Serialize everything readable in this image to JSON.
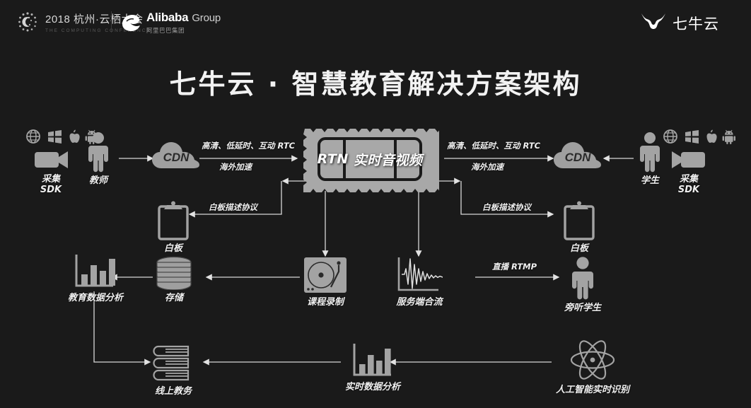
{
  "header": {
    "conference": {
      "title": "2018 杭州·云栖大会",
      "subtitle": "THE COMPUTING CONFERENCE"
    },
    "alibaba": {
      "name": "Alibaba",
      "group": "Group",
      "chinese": "阿里巴巴集团"
    },
    "brand": {
      "name": "七牛云",
      "icon": "qiniu-bull-icon"
    }
  },
  "title": "七牛云 · 智慧教育解决方案架构",
  "center": {
    "label_en": "RTN",
    "label_cn": "实时音视频"
  },
  "nodes": {
    "capture_sdk_left": {
      "label": "采集\nSDK",
      "icon": "camera-icon"
    },
    "teacher": {
      "label": "教师",
      "icon": "person-icon"
    },
    "cdn_left": {
      "label": "CDN",
      "icon": "cloud-icon"
    },
    "cdn_right": {
      "label": "CDN",
      "icon": "cloud-icon"
    },
    "student": {
      "label": "学生",
      "icon": "person-icon"
    },
    "capture_sdk_right": {
      "label": "采集\nSDK",
      "icon": "camera-icon"
    },
    "whiteboard_left": {
      "label": "白板",
      "icon": "clipboard-icon"
    },
    "whiteboard_right": {
      "label": "白板",
      "icon": "clipboard-icon"
    },
    "edu_data_analysis": {
      "label": "教育数据分析",
      "icon": "bar-chart-icon"
    },
    "storage": {
      "label": "存储",
      "icon": "database-icon"
    },
    "course_recording": {
      "label": "课程录制",
      "icon": "turntable-icon"
    },
    "server_mixing": {
      "label": "服务端合流",
      "icon": "waveform-icon"
    },
    "audit_student": {
      "label": "旁听学生",
      "icon": "person-icon"
    },
    "online_academics": {
      "label": "线上教务",
      "icon": "books-icon"
    },
    "realtime_data_analysis": {
      "label": "实时数据分析",
      "icon": "bar-chart-icon"
    },
    "ai_recognition": {
      "label": "人工智能实时识别",
      "icon": "atom-icon"
    }
  },
  "platform_icons": [
    "globe-icon",
    "windows-icon",
    "apple-icon",
    "android-icon"
  ],
  "edges": {
    "left_rtc": "高清、低延时、互动 RTC",
    "left_overseas": "海外加速",
    "right_rtc": "高清、低延时、互动 RTC",
    "right_overseas": "海外加速",
    "whiteboard_proto_left": "白板描述协议",
    "whiteboard_proto_right": "白板描述协议",
    "live_rtmp": "直播 RTMP"
  },
  "colors": {
    "background": "#1a1a1a",
    "icon_fill": "#9a9a9a",
    "text": "#f0f0f0",
    "line": "#d0d0d0",
    "rtn_block": "#a8a8a8"
  }
}
